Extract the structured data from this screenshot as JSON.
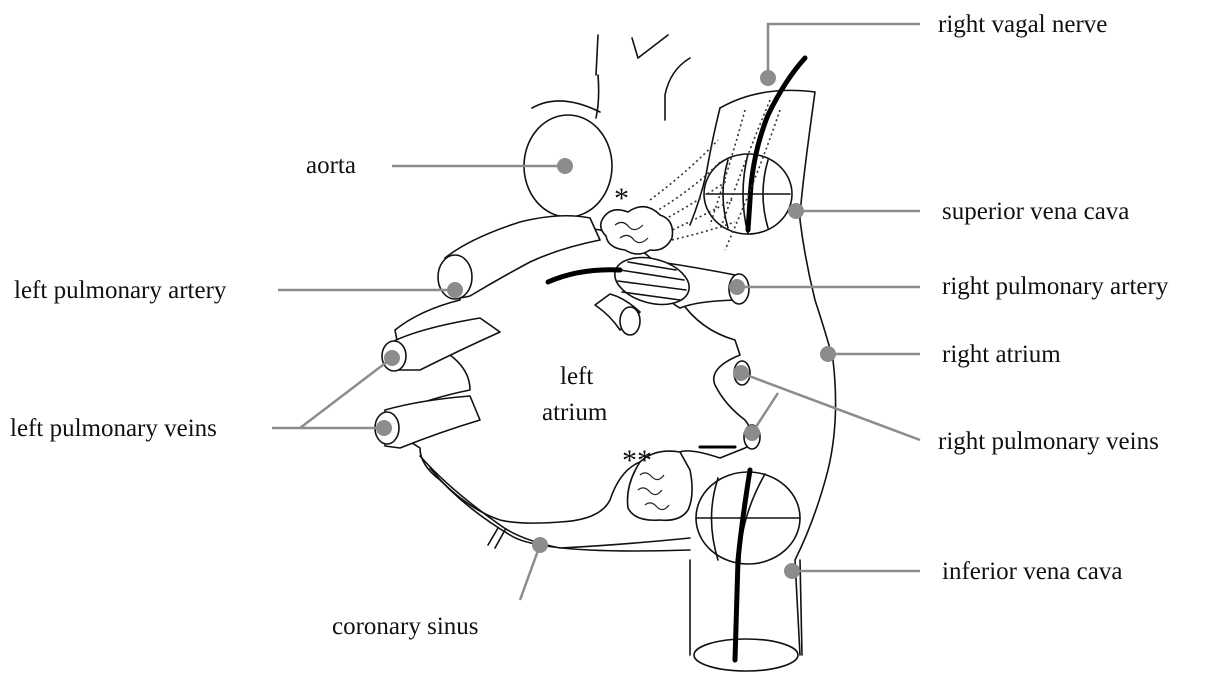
{
  "labels": {
    "right_vagal_nerve": "right vagal nerve",
    "aorta": "aorta",
    "superior_vena_cava": "superior vena cava",
    "left_pulmonary_artery": "left pulmonary artery",
    "right_pulmonary_artery": "right pulmonary artery",
    "right_atrium": "right atrium",
    "left_atrium_line1": "left",
    "left_atrium_line2": "atrium",
    "left_pulmonary_veins": "left pulmonary veins",
    "right_pulmonary_veins": "right pulmonary veins",
    "inferior_vena_cava": "inferior vena cava",
    "coronary_sinus": "coronary sinus",
    "marker_single": "*",
    "marker_double": "**"
  },
  "colors": {
    "leader": "#8c8c8c",
    "ink": "#111111",
    "background": "#ffffff"
  }
}
